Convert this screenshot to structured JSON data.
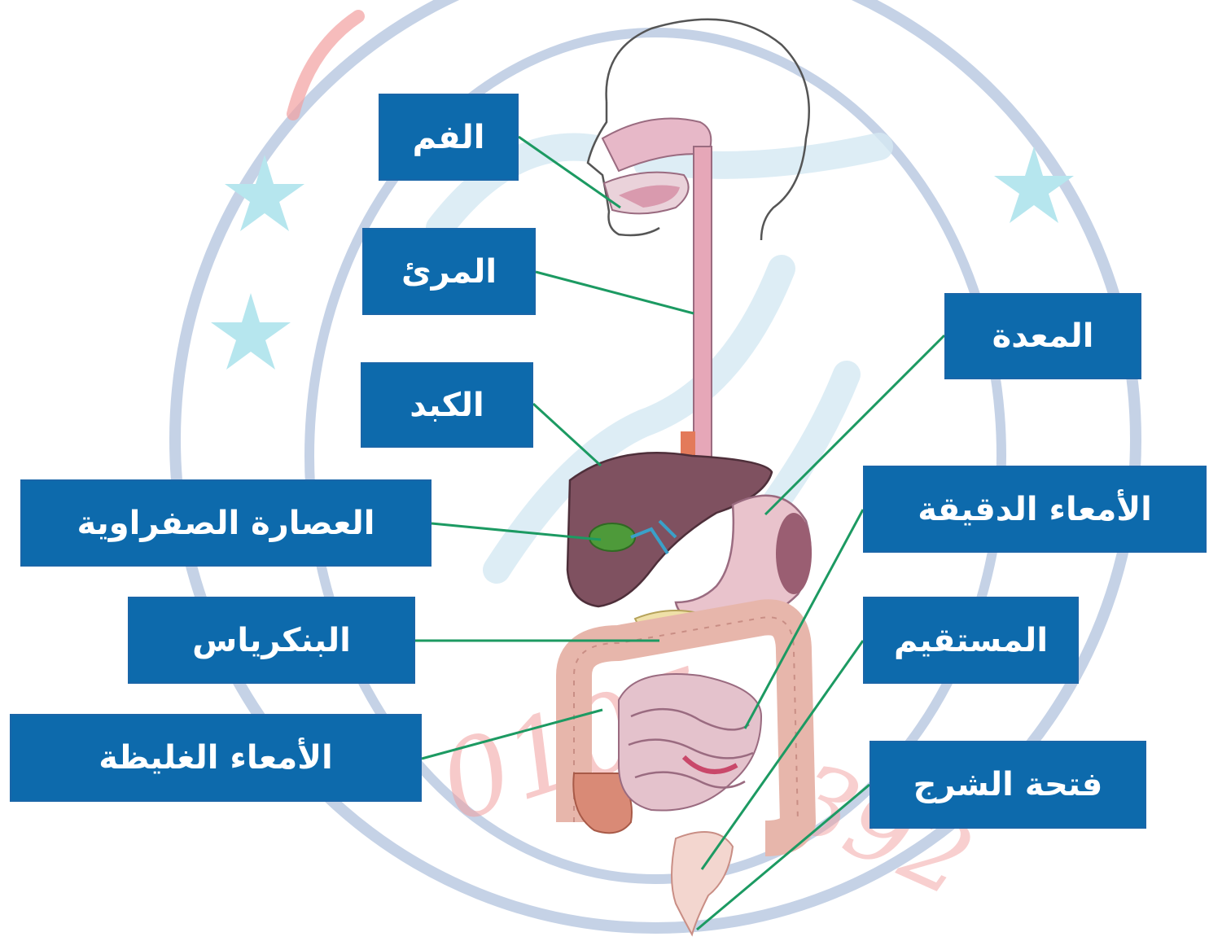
{
  "colors": {
    "label_bg": "#0d6aac",
    "label_text": "#ffffff",
    "leader_line": "#1c9a62",
    "watermark_ring": "#c5d2e6",
    "watermark_star": "#b6e6ee",
    "watermark_text": "#f2a0a0"
  },
  "labels": {
    "mouth": "الفم",
    "esophagus": "المرئ",
    "liver": "الكبد",
    "bile": "العصارة الصفراوية",
    "pancreas": "البنكرياس",
    "large_intestine": "الأمعاء الغليظة",
    "stomach": "المعدة",
    "small_intestine": "الأمعاء الدقيقة",
    "rectum": "المستقيم",
    "anus": "فتحة الشرج"
  }
}
